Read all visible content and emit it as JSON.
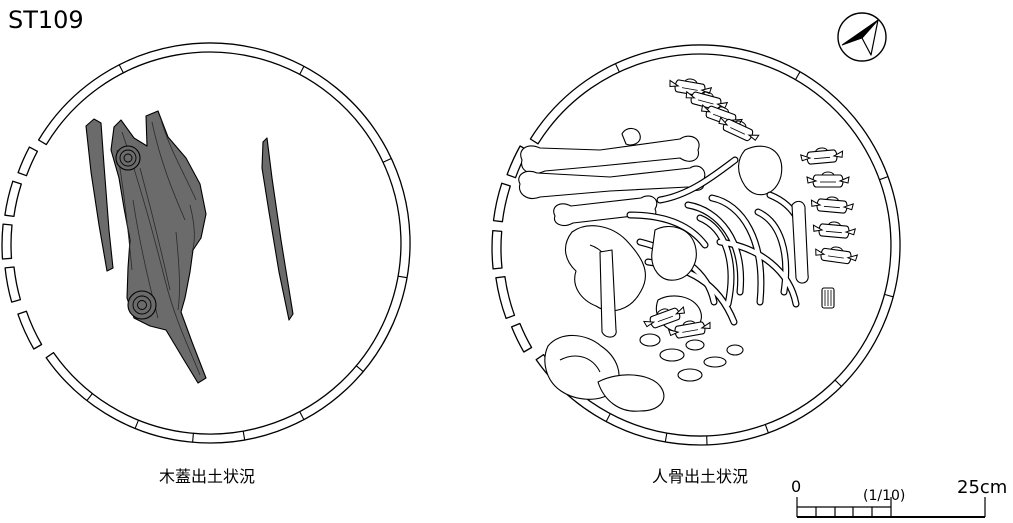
{
  "figure": {
    "title": "ST109"
  },
  "north_arrow": {
    "icon": "north-arrow-icon"
  },
  "panels": [
    {
      "caption": "木蓋出土状況"
    },
    {
      "caption": "人骨出土状況"
    }
  ],
  "scale_bar": {
    "start_label": "0",
    "ratio_label": "(1/10)",
    "end_label": "25cm"
  },
  "colors": {
    "wooden_lid": "#6b6b6b",
    "line": "#000000",
    "background": "#ffffff"
  }
}
